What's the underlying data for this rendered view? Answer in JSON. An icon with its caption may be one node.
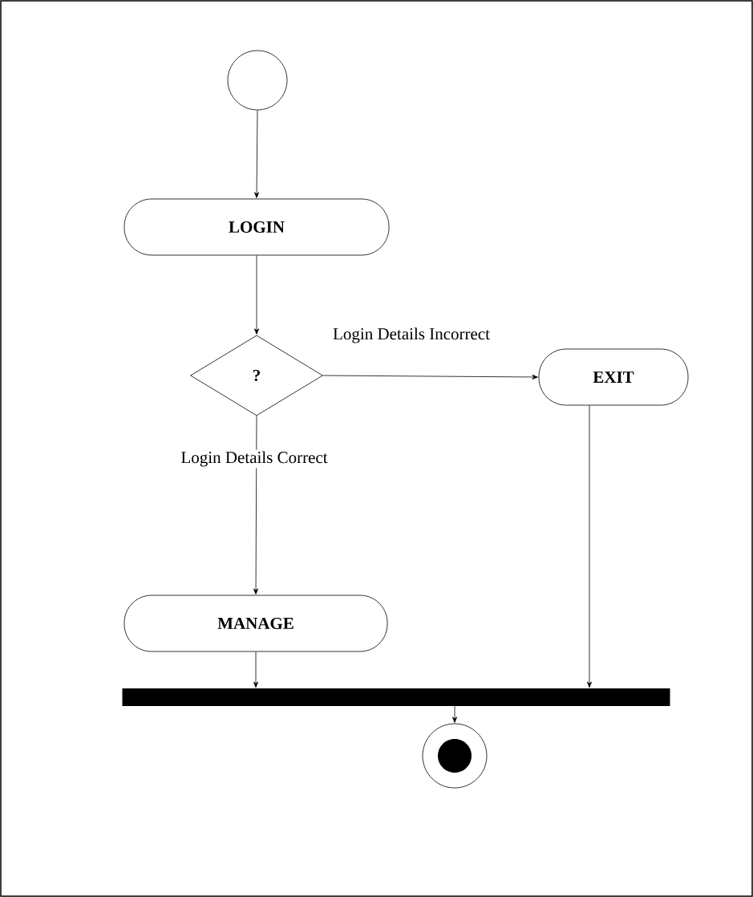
{
  "diagram": {
    "nodes": [
      {
        "text": [],
        "shape": "circle"
      },
      {
        "text": [
          "LOGIN"
        ]
      },
      {
        "text": [
          "?"
        ]
      },
      {
        "text": [
          "EXIT"
        ]
      },
      {
        "text": [
          "MANAGE"
        ]
      },
      {
        "text": [],
        "shape": "bar"
      },
      {
        "text": [],
        "shape": "bullseye"
      }
    ],
    "edges": [
      {
        "from": 0,
        "to": 1,
        "arrow": "to"
      },
      {
        "from": 1,
        "to": 2,
        "arrow": "to"
      },
      {
        "from": 2,
        "to": 3,
        "arrow": "to",
        "label": "Login Details Incorrect"
      },
      {
        "from": 2,
        "to": 4,
        "arrow": "to",
        "label": "Login Details Correct"
      },
      {
        "from": 4,
        "to": 5,
        "arrow": "to"
      },
      {
        "from": 3,
        "to": 5,
        "arrow": "to"
      },
      {
        "from": 5,
        "to": 6,
        "arrow": "to"
      }
    ]
  }
}
